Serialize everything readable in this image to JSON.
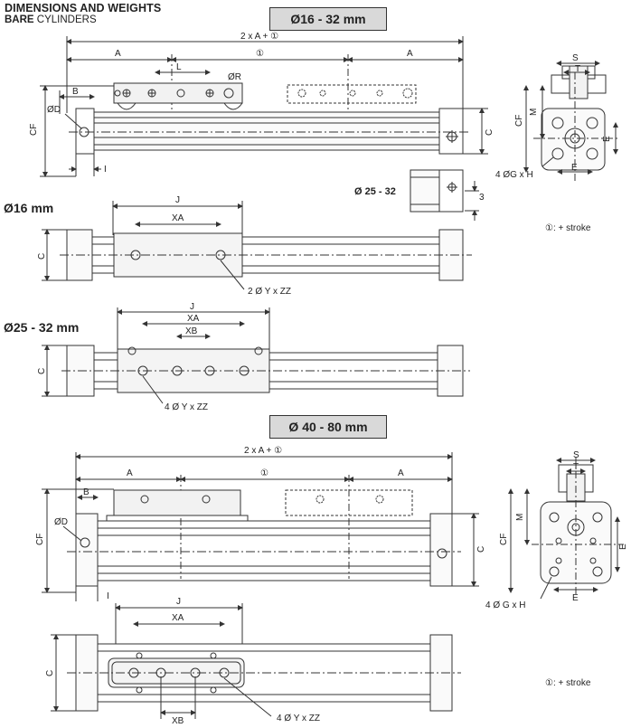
{
  "header": {
    "title": "DIMENSIONS AND WEIGHTS",
    "subtitle_bold": "BARE",
    "subtitle_rest": " CYLINDERS"
  },
  "ranges": {
    "small": "Ø16 - 32 mm",
    "large": "Ø 40 - 80 mm"
  },
  "sections": {
    "d16": "Ø16 mm",
    "d25_32": "Ø25 - 32 mm",
    "variant_25_32": "Ø 25 - 32"
  },
  "labels": {
    "total_length": "2 x A + ①",
    "A": "A",
    "stroke_mark": "①",
    "L": "L",
    "R": "ØR",
    "B": "B",
    "D": "ØD",
    "CF": "CF",
    "C": "C",
    "I": "I",
    "S": "S",
    "T": "T",
    "M": "M",
    "E": "E",
    "G_small": "4 ØG x H",
    "G_large": "4 Ø G x H",
    "J": "J",
    "XA": "XA",
    "XB": "XB",
    "Y2": "2 Ø Y x ZZ",
    "Y4": "4 Ø Y x ZZ",
    "three": "3"
  },
  "legend": {
    "symbol": "①",
    "text": ": + stroke"
  },
  "colors": {
    "line": "#333333",
    "fill": "#f2f2f2",
    "box": "#d9d9d9"
  }
}
